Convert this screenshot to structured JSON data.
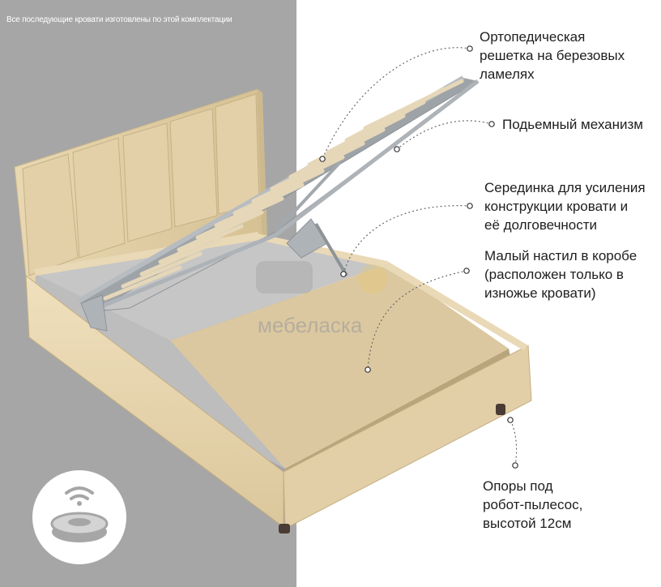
{
  "top_note": "Все последующие кровати изготовлены по этой комплектации",
  "watermark": "мебеласка",
  "callouts": [
    {
      "id": "slats",
      "lines": [
        "Ортопедическая",
        "решетка на березовых",
        "ламелях"
      ]
    },
    {
      "id": "lift",
      "lines": [
        "Подьемный механизм"
      ]
    },
    {
      "id": "center",
      "lines": [
        "Серединка для усиления",
        "конструкции кровати и",
        "её долговечности"
      ]
    },
    {
      "id": "floor",
      "lines": [
        "Малый настил в коробе",
        "(расположен только в",
        "изножье кровати)"
      ]
    },
    {
      "id": "legs",
      "lines": [
        "Опоры под",
        "робот-пылесос,",
        "высотой 12см"
      ]
    }
  ],
  "colors": {
    "left_panel": "#a6a6a6",
    "upholstery": "#e6d4ad",
    "frame_metal": "#b9bcc0",
    "box_inside": "#c9c9c9",
    "text": "#1e1e1e"
  },
  "icons": [
    "robot-vacuum-icon",
    "wifi-signal-icon"
  ]
}
